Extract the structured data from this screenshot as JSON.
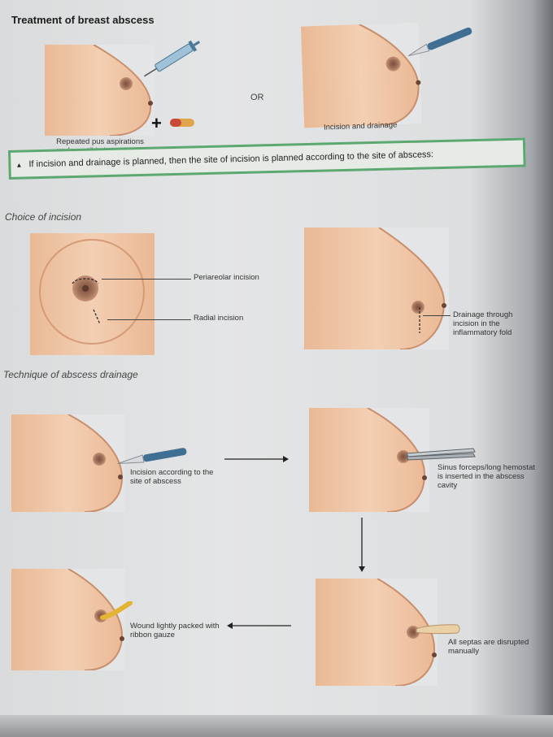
{
  "title": "Treatment of breast abscess",
  "top": {
    "left_caption": "Repeated pus aspirations under antibiotic coverage",
    "or_label": "OR",
    "right_caption": "Incision and drainage"
  },
  "banner": "If incision and drainage is planned, then the site of incision is planned according to the site of abscess:",
  "choice": {
    "heading": "Choice of incision",
    "periareolar": "Periareolar incision",
    "radial": "Radial incision",
    "fold": "Drainage through incision in the inflammatory fold"
  },
  "technique": {
    "heading": "Technique of abscess drainage",
    "step1": "Incision according to the site of abscess",
    "step2": "Sinus forceps/long hemostat is inserted in the abscess cavity",
    "step3": "All septas are disrupted manually",
    "step4": "Wound lightly packed with ribbon gauze"
  },
  "colors": {
    "skin": "#f0c8a8",
    "skin_shade": "#e3ab86",
    "areola": "#a5755a",
    "banner_border": "#5da870"
  }
}
